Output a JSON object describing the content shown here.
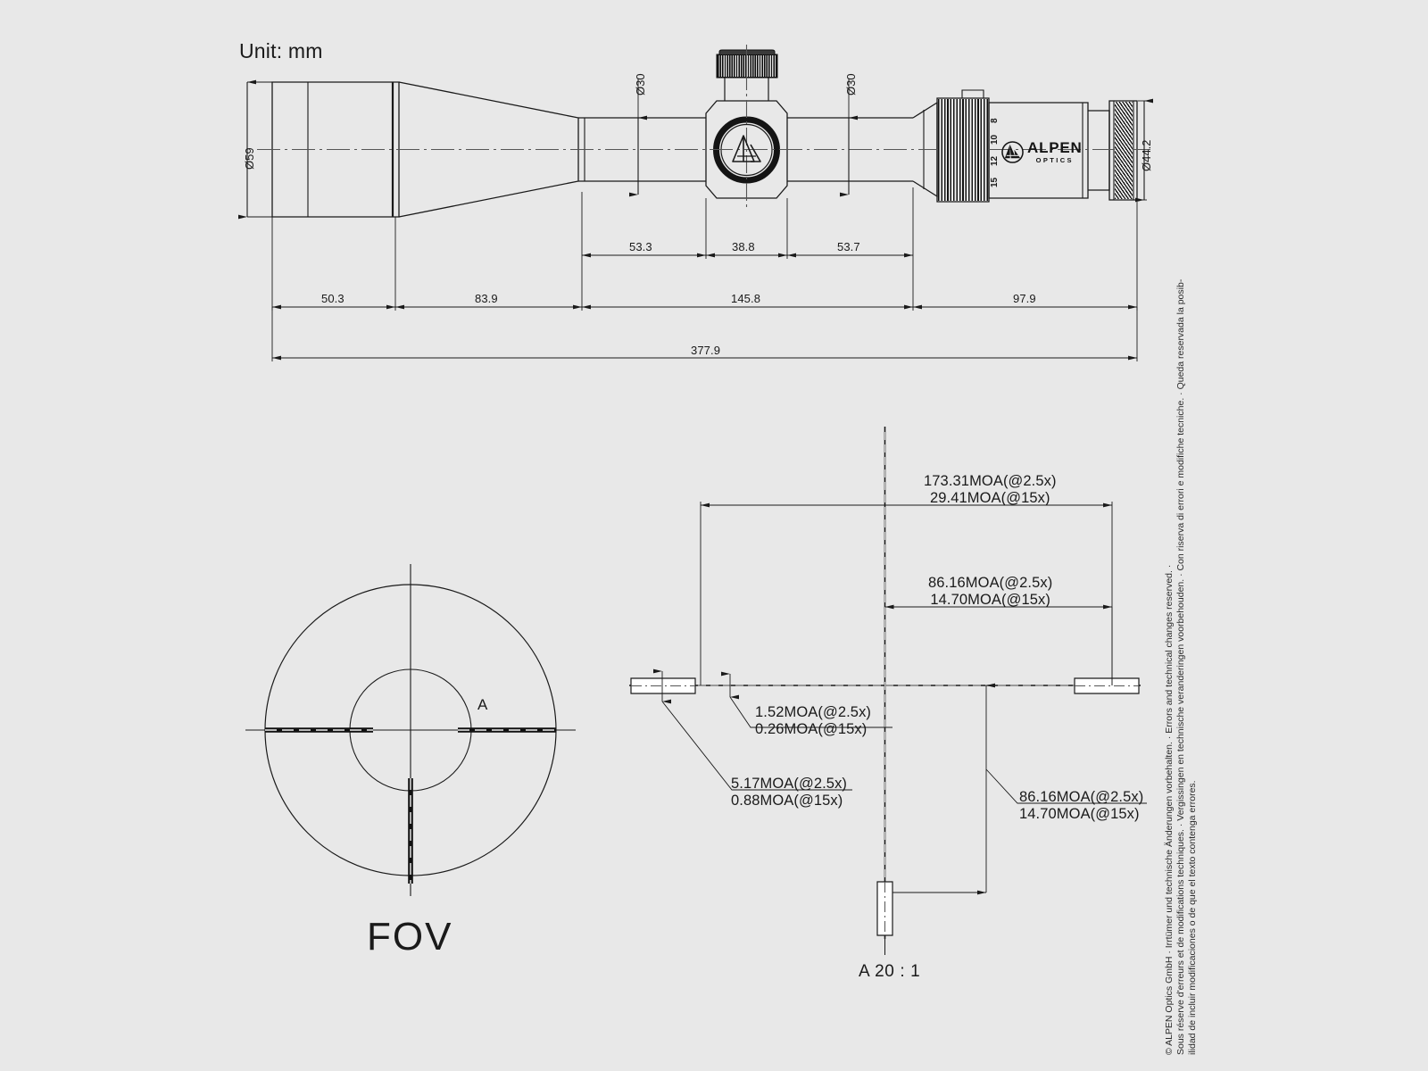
{
  "sheet": {
    "unit_label": "Unit: mm",
    "background_color": "#e8e8e8",
    "line_color": "#1a1a1a"
  },
  "scope_view": {
    "title": "riflescope-side-elevation",
    "brand_text": "ALPEN",
    "brand_sub": "OPTICS",
    "magnification_marks": [
      "8",
      "10",
      "12",
      "15"
    ],
    "diameters": [
      {
        "name": "objective-bell",
        "label": "Ø59"
      },
      {
        "name": "main-tube-front",
        "label": "Ø30"
      },
      {
        "name": "main-tube-rear",
        "label": "Ø30"
      },
      {
        "name": "eyepiece",
        "label": "Ø44.2"
      }
    ],
    "dimensions_upper": [
      {
        "name": "turret-to-front",
        "label": "53.3"
      },
      {
        "name": "turret-width",
        "label": "38.8"
      },
      {
        "name": "turret-to-rear",
        "label": "53.7"
      }
    ],
    "dimensions_lower": [
      {
        "name": "objective-housing",
        "label": "50.3"
      },
      {
        "name": "objective-taper",
        "label": "83.9"
      },
      {
        "name": "center-section",
        "label": "145.8"
      },
      {
        "name": "eyepiece-section",
        "label": "97.9"
      }
    ],
    "overall_length": "377.9"
  },
  "fov_view": {
    "caption": "FOV",
    "detail_marker": "A"
  },
  "reticle_detail": {
    "caption": "A 20 : 1",
    "annotations": [
      {
        "name": "full-horizontal-half-width",
        "line1": "173.31MOA(@2.5x)",
        "line2": "29.41MOA(@15x)"
      },
      {
        "name": "inner-horizontal-half-width",
        "line1": "86.16MOA(@2.5x)",
        "line2": "14.70MOA(@15x)"
      },
      {
        "name": "post-thickness",
        "line1": "1.52MOA(@2.5x)",
        "line2": "0.26MOA(@15x)"
      },
      {
        "name": "post-tip-length",
        "line1": "5.17MOA(@2.5x)",
        "line2": "0.88MOA(@15x)"
      },
      {
        "name": "vertical-half-height",
        "line1": "86.16MOA(@2.5x)",
        "line2": "14.70MOA(@15x)"
      }
    ]
  },
  "legal": {
    "line1": "© ALPEN Optics GmbH · Irrtümer und technische Änderungen vorbehalten. · Errors and technical changes reserved. ·",
    "line2": "Sous réserve d'erreurs et de modifications techniques. · Vergissingen en technische veranderingen voorbehouden. · Con riserva di errori e modifiche tecniche. · Queda reservada la posib-",
    "line3": "ilidad de incluir modificaciones o de que el texto contenga errores."
  }
}
